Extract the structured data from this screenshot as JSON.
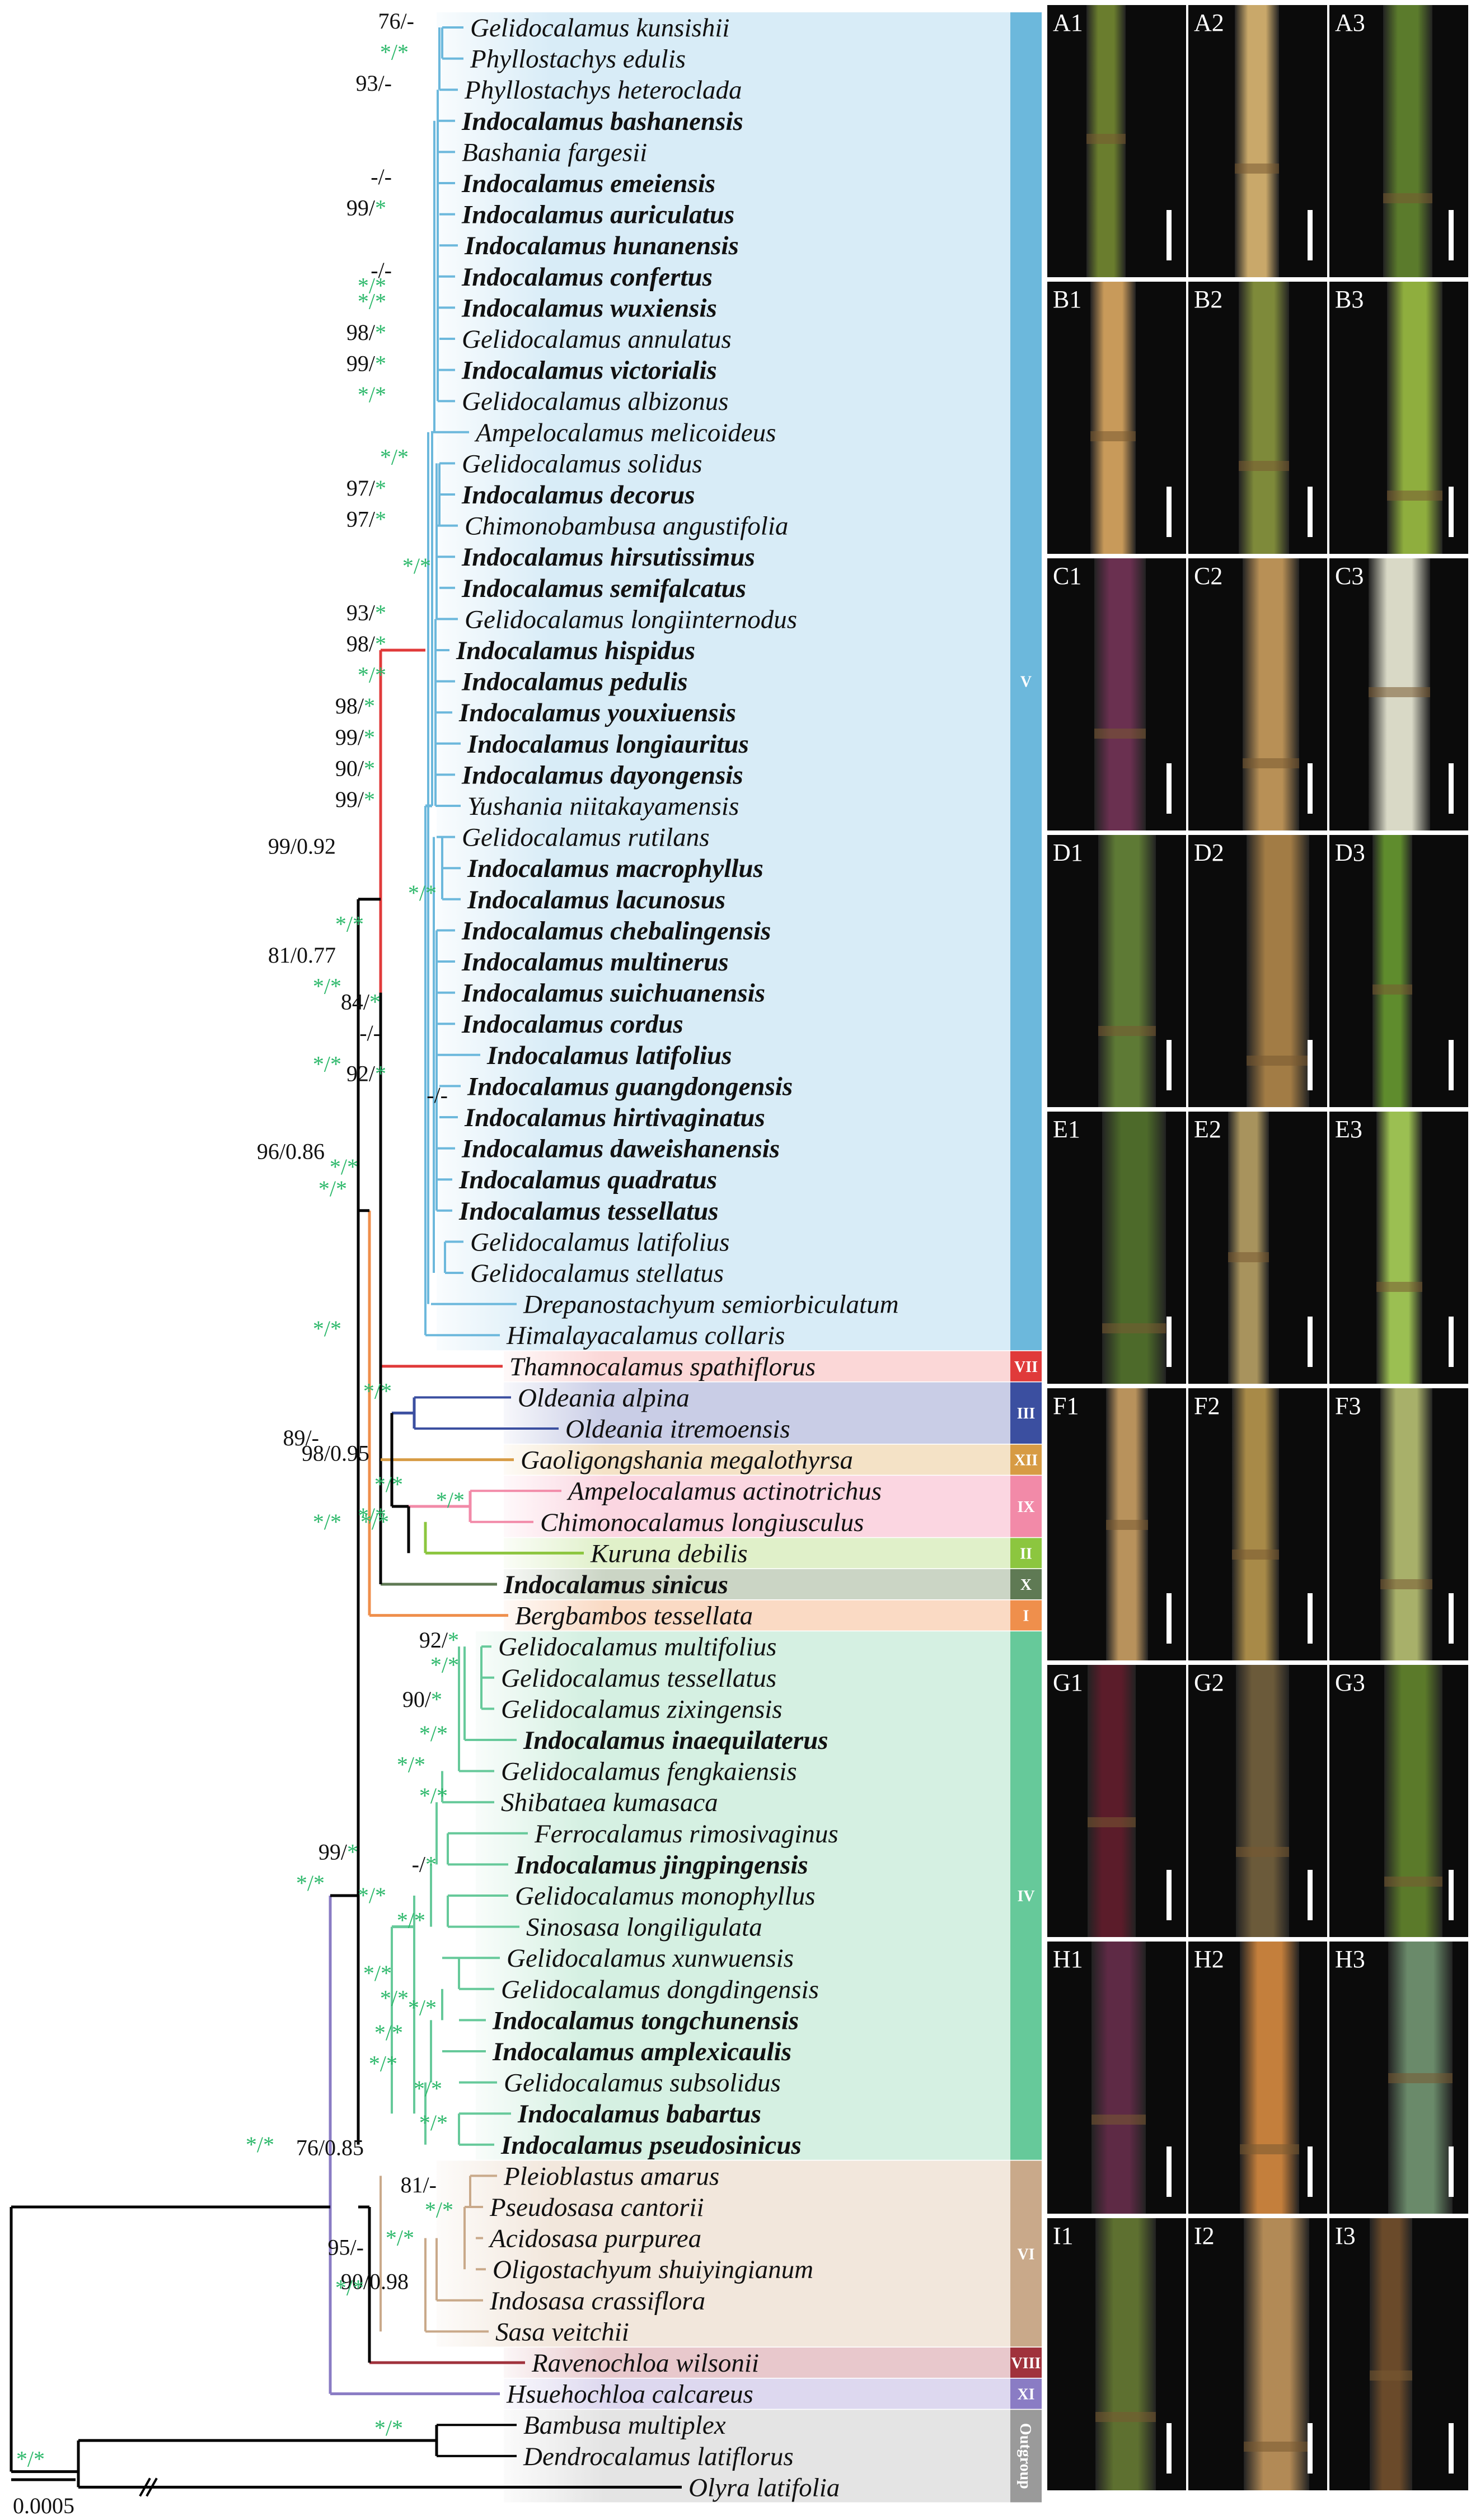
{
  "colors": {
    "V": "#6cb8dc",
    "V_bg": "#d8ecf7",
    "VII": "#e03a3a",
    "VII_bg": "#fbd7d7",
    "III": "#3b4fa0",
    "III_bg": "#c9cde6",
    "XII": "#d79b44",
    "XII_bg": "#f4e2c6",
    "IX": "#f28aa8",
    "IX_bg": "#fbd6e1",
    "II": "#8cc63f",
    "II_bg": "#e0f0c9",
    "X": "#5f7a54",
    "X_bg": "#cbd5c5",
    "I": "#ef8f4c",
    "I_bg": "#fadac4",
    "IV": "#66c99a",
    "IV_bg": "#d5f0e2",
    "VI": "#c9a98a",
    "VI_bg": "#f2e7dc",
    "VIII": "#a0323c",
    "VIII_bg": "#e8c8cc",
    "XI": "#8a7cc4",
    "XI_bg": "#ddd8ef",
    "Outgroup": "#9a9a9a",
    "Outgroup_bg": "#e4e4e4",
    "support_star": "#2cb86a"
  },
  "scale_bar_label": "0.0005",
  "clade_labels": [
    "V",
    "VII",
    "III",
    "XII",
    "IX",
    "II",
    "X",
    "I",
    "IV",
    "VI",
    "VIII",
    "XI",
    "Outgroup"
  ],
  "taxa": [
    {
      "name": "Gelidocalamus kunsishii",
      "bold": false,
      "clade": "V"
    },
    {
      "name": "Phyllostachys edulis",
      "bold": false,
      "clade": "V"
    },
    {
      "name": "Phyllostachys heteroclada",
      "bold": false,
      "clade": "V"
    },
    {
      "name": "Indocalamus bashanensis",
      "bold": true,
      "clade": "V"
    },
    {
      "name": "Bashania fargesii",
      "bold": false,
      "clade": "V"
    },
    {
      "name": "Indocalamus emeiensis",
      "bold": true,
      "clade": "V"
    },
    {
      "name": "Indocalamus auriculatus",
      "bold": true,
      "clade": "V"
    },
    {
      "name": "Indocalamus hunanensis",
      "bold": true,
      "clade": "V"
    },
    {
      "name": "Indocalamus confertus",
      "bold": true,
      "clade": "V"
    },
    {
      "name": "Indocalamus wuxiensis",
      "bold": true,
      "clade": "V"
    },
    {
      "name": "Gelidocalamus annulatus",
      "bold": false,
      "clade": "V"
    },
    {
      "name": "Indocalamus victorialis",
      "bold": true,
      "clade": "V"
    },
    {
      "name": "Gelidocalamus albizonus",
      "bold": false,
      "clade": "V"
    },
    {
      "name": "Ampelocalamus melicoideus",
      "bold": false,
      "clade": "V"
    },
    {
      "name": "Gelidocalamus solidus",
      "bold": false,
      "clade": "V"
    },
    {
      "name": "Indocalamus decorus",
      "bold": true,
      "clade": "V"
    },
    {
      "name": "Chimonobambusa angustifolia",
      "bold": false,
      "clade": "V"
    },
    {
      "name": "Indocalamus hirsutissimus",
      "bold": true,
      "clade": "V"
    },
    {
      "name": "Indocalamus semifalcatus",
      "bold": true,
      "clade": "V"
    },
    {
      "name": "Gelidocalamus longiinternodus",
      "bold": false,
      "clade": "V"
    },
    {
      "name": "Indocalamus hispidus",
      "bold": true,
      "clade": "V"
    },
    {
      "name": "Indocalamus pedulis",
      "bold": true,
      "clade": "V"
    },
    {
      "name": "Indocalamus youxiuensis",
      "bold": true,
      "clade": "V"
    },
    {
      "name": "Indocalamus longiauritus",
      "bold": true,
      "clade": "V"
    },
    {
      "name": "Indocalamus dayongensis",
      "bold": true,
      "clade": "V"
    },
    {
      "name": "Yushania niitakayamensis",
      "bold": false,
      "clade": "V"
    },
    {
      "name": "Gelidocalamus rutilans",
      "bold": false,
      "clade": "V"
    },
    {
      "name": "Indocalamus macrophyllus",
      "bold": true,
      "clade": "V"
    },
    {
      "name": "Indocalamus lacunosus",
      "bold": true,
      "clade": "V"
    },
    {
      "name": "Indocalamus chebalingensis",
      "bold": true,
      "clade": "V"
    },
    {
      "name": "Indocalamus multinerus",
      "bold": true,
      "clade": "V"
    },
    {
      "name": "Indocalamus suichuanensis",
      "bold": true,
      "clade": "V"
    },
    {
      "name": "Indocalamus cordus",
      "bold": true,
      "clade": "V"
    },
    {
      "name": "Indocalamus latifolius",
      "bold": true,
      "clade": "V"
    },
    {
      "name": "Indocalamus guangdongensis",
      "bold": true,
      "clade": "V"
    },
    {
      "name": "Indocalamus hirtivaginatus",
      "bold": true,
      "clade": "V"
    },
    {
      "name": "Indocalamus daweishanensis",
      "bold": true,
      "clade": "V"
    },
    {
      "name": "Indocalamus quadratus",
      "bold": true,
      "clade": "V"
    },
    {
      "name": "Indocalamus tessellatus",
      "bold": true,
      "clade": "V"
    },
    {
      "name": "Gelidocalamus latifolius",
      "bold": false,
      "clade": "V"
    },
    {
      "name": "Gelidocalamus stellatus",
      "bold": false,
      "clade": "V"
    },
    {
      "name": "Drepanostachyum semiorbiculatum",
      "bold": false,
      "clade": "V"
    },
    {
      "name": "Himalayacalamus collaris",
      "bold": false,
      "clade": "V"
    },
    {
      "name": "Thamnocalamus spathiflorus",
      "bold": false,
      "clade": "VII"
    },
    {
      "name": "Oldeania alpina",
      "bold": false,
      "clade": "III"
    },
    {
      "name": "Oldeania itremoensis",
      "bold": false,
      "clade": "III"
    },
    {
      "name": "Gaoligongshania megalothyrsa",
      "bold": false,
      "clade": "XII"
    },
    {
      "name": "Ampelocalamus actinotrichus",
      "bold": false,
      "clade": "IX"
    },
    {
      "name": "Chimonocalamus longiusculus",
      "bold": false,
      "clade": "IX"
    },
    {
      "name": "Kuruna debilis",
      "bold": false,
      "clade": "II"
    },
    {
      "name": "Indocalamus sinicus",
      "bold": true,
      "clade": "X"
    },
    {
      "name": "Bergbambos tessellata",
      "bold": false,
      "clade": "I"
    },
    {
      "name": "Gelidocalamus multifolius",
      "bold": false,
      "clade": "IV"
    },
    {
      "name": "Gelidocalamus tessellatus",
      "bold": false,
      "clade": "IV"
    },
    {
      "name": "Gelidocalamus zixingensis",
      "bold": false,
      "clade": "IV"
    },
    {
      "name": "Indocalamus inaequilaterus",
      "bold": true,
      "clade": "IV"
    },
    {
      "name": "Gelidocalamus fengkaiensis",
      "bold": false,
      "clade": "IV"
    },
    {
      "name": "Shibataea kumasaca",
      "bold": false,
      "clade": "IV"
    },
    {
      "name": "Ferrocalamus rimosivaginus",
      "bold": false,
      "clade": "IV"
    },
    {
      "name": "Indocalamus jingpingensis",
      "bold": true,
      "clade": "IV"
    },
    {
      "name": "Gelidocalamus monophyllus",
      "bold": false,
      "clade": "IV"
    },
    {
      "name": "Sinosasa longiligulata",
      "bold": false,
      "clade": "IV"
    },
    {
      "name": "Gelidocalamus xunwuensis",
      "bold": false,
      "clade": "IV"
    },
    {
      "name": "Gelidocalamus dongdingensis",
      "bold": false,
      "clade": "IV"
    },
    {
      "name": "Indocalamus tongchunensis",
      "bold": true,
      "clade": "IV"
    },
    {
      "name": "Indocalamus amplexicaulis",
      "bold": true,
      "clade": "IV"
    },
    {
      "name": "Gelidocalamus subsolidus",
      "bold": false,
      "clade": "IV"
    },
    {
      "name": "Indocalamus babartus",
      "bold": true,
      "clade": "IV"
    },
    {
      "name": "Indocalamus pseudosinicus",
      "bold": true,
      "clade": "IV"
    },
    {
      "name": "Pleioblastus amarus",
      "bold": false,
      "clade": "VI"
    },
    {
      "name": "Pseudosasa cantorii",
      "bold": false,
      "clade": "VI"
    },
    {
      "name": "Acidosasa purpurea",
      "bold": false,
      "clade": "VI"
    },
    {
      "name": "Oligostachyum shuiyingianum",
      "bold": false,
      "clade": "VI"
    },
    {
      "name": "Indosasa crassiflora",
      "bold": false,
      "clade": "VI"
    },
    {
      "name": "Sasa veitchii",
      "bold": false,
      "clade": "VI"
    },
    {
      "name": "Ravenochloa wilsonii",
      "bold": false,
      "clade": "VIII"
    },
    {
      "name": "Hsuehochloa calcareus",
      "bold": false,
      "clade": "XI"
    },
    {
      "name": "Bambusa multiplex",
      "bold": false,
      "clade": "Outgroup"
    },
    {
      "name": "Dendrocalamus latiflorus",
      "bold": false,
      "clade": "Outgroup"
    },
    {
      "name": "Olyra latifolia",
      "bold": false,
      "clade": "Outgroup"
    }
  ],
  "support_labels": [
    "76/-",
    "*/*",
    "93/-",
    "-/-",
    "99/*",
    "*/*",
    "-/-",
    "*/*",
    "98/*",
    "99/*",
    "*/*",
    "*/*",
    "97/*",
    "97/*",
    "*/*",
    "93/*",
    "98/*",
    "*/*",
    "98/*",
    "99/*",
    "90/*",
    "99/*",
    "99/0.92",
    "*/*",
    "*/*",
    "81/0.77",
    "*/*",
    "84/*",
    "-/-",
    "*/*",
    "92/*",
    "-/-",
    "96/0.86",
    "*/*",
    "*/*",
    "*/*",
    "*/*",
    "*/*",
    "98/0.95",
    "89/-",
    "*/*",
    "*/*",
    "*/*",
    "*/*",
    "92/*",
    "*/*",
    "90/*",
    "*/*",
    "*/*",
    "*/*",
    "99/*",
    "-/*",
    "*/*",
    "*/*",
    "*/*",
    "*/*",
    "*/*",
    "*/*",
    "*/*",
    "*/*",
    "*/*",
    "*/*",
    "76/0.85",
    "81/-",
    "*/*",
    "95/-",
    "*/*",
    "90/0.98",
    "*/*",
    "*/*",
    "*/*",
    "*/*"
  ],
  "photos": [
    [
      "A1",
      "A2",
      "A3"
    ],
    [
      "B1",
      "B2",
      "B3"
    ],
    [
      "C1",
      "C2",
      "C3"
    ],
    [
      "D1",
      "D2",
      "D3"
    ],
    [
      "E1",
      "E2",
      "E3"
    ],
    [
      "F1",
      "F2",
      "F3"
    ],
    [
      "G1",
      "G2",
      "G3"
    ],
    [
      "H1",
      "H2",
      "H3"
    ],
    [
      "I1",
      "I2",
      "I3"
    ]
  ]
}
